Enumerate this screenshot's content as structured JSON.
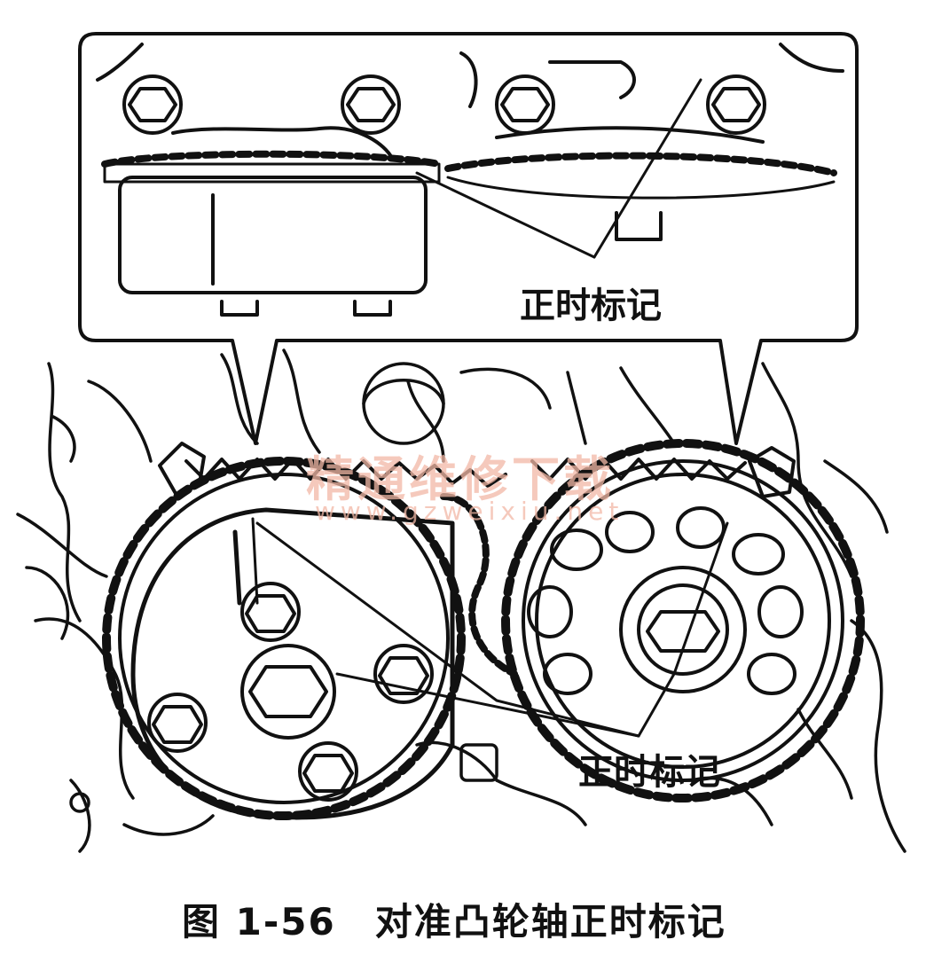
{
  "labels": {
    "timing_mark_upper": "正时标记",
    "timing_mark_lower": "正时标记"
  },
  "caption": "图 1-56　对准凸轮轴正时标记",
  "watermark": {
    "title": "精通维修下载",
    "url": "www.gzweixiu.net"
  },
  "colors": {
    "line": "#111111",
    "watermark": "#f2b8a6",
    "background": "#ffffff"
  }
}
